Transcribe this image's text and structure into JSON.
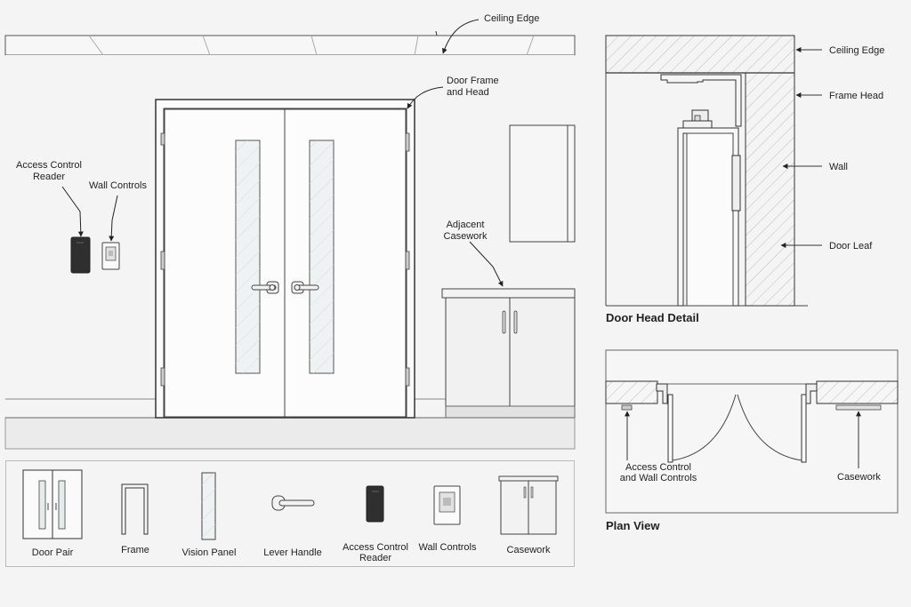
{
  "elevation": {
    "labels": {
      "ceiling_edge": "Ceiling Edge",
      "door_frame_head_1": "Door Frame",
      "door_frame_head_2": "and Head",
      "access_control_1": "Access Control",
      "access_control_2": "Reader",
      "wall_controls": "Wall Controls",
      "adjacent_casework_1": "Adjacent",
      "adjacent_casework_2": "Casework"
    }
  },
  "head_detail": {
    "title": "Door Head Detail",
    "labels": {
      "ceiling_edge": "Ceiling Edge",
      "frame_head": "Frame Head",
      "wall": "Wall",
      "door_leaf": "Door Leaf"
    }
  },
  "plan_view": {
    "title": "Plan View",
    "labels": {
      "access_wall_1": "Access Control",
      "access_wall_2": "and Wall Controls",
      "casework": "Casework"
    }
  },
  "legend": {
    "items": [
      {
        "label": "Door Pair",
        "icon": "door-pair-icon"
      },
      {
        "label": "Frame",
        "icon": "frame-icon"
      },
      {
        "label": "Vision Panel",
        "icon": "vision-panel-icon"
      },
      {
        "label": "Lever Handle",
        "icon": "lever-handle-icon"
      },
      {
        "label": "Access Control",
        "label2": "Reader",
        "icon": "access-reader-icon"
      },
      {
        "label": "Wall Controls",
        "icon": "wall-controls-icon"
      },
      {
        "label": "Casework",
        "icon": "casework-icon"
      }
    ]
  },
  "colors": {
    "line": "#444444",
    "fill": "#f9f9f9",
    "glass": "#e8eeee",
    "reader": "#333333"
  }
}
